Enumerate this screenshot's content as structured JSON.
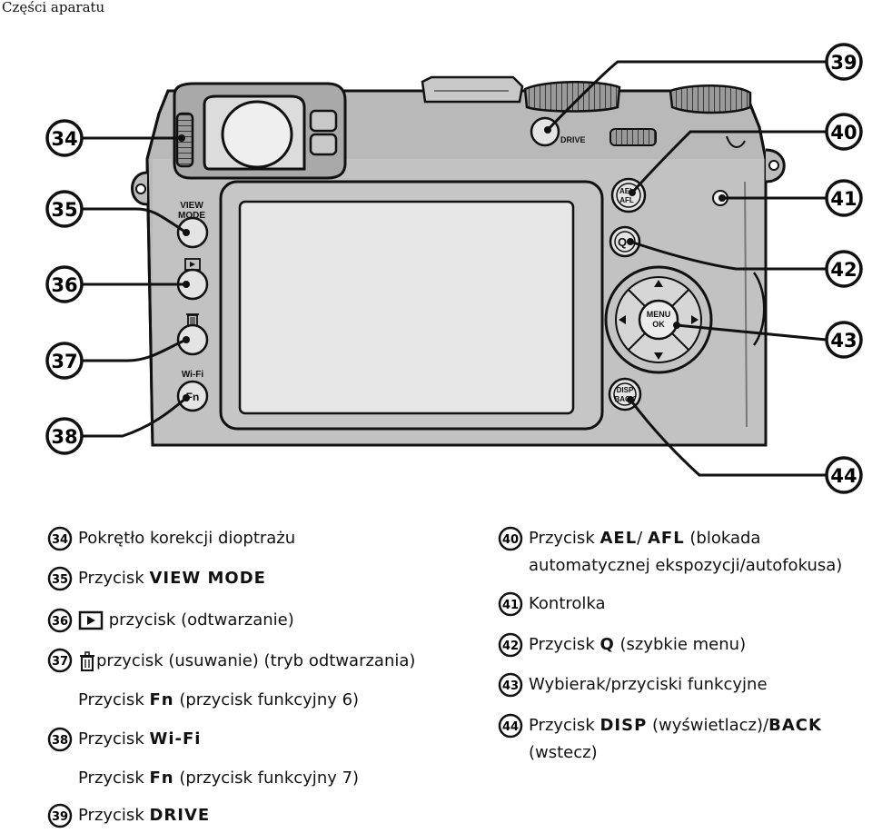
{
  "page": {
    "header": "Części aparatu"
  },
  "diagram": {
    "callouts": [
      "34",
      "35",
      "36",
      "37",
      "38",
      "39",
      "40",
      "41",
      "42",
      "43",
      "44"
    ],
    "camera_labels": {
      "view_mode_line1": "VIEW",
      "view_mode_line2": "MODE",
      "wifi": "Wi-Fi",
      "fn": "Fn",
      "drive": "DRIVE",
      "ael": "AEL",
      "afl": "AFL",
      "q": "Q",
      "menu": "MENU",
      "ok": "OK",
      "disp": "DISP",
      "back": "BACK"
    }
  },
  "legend": {
    "items": [
      {
        "num": "34",
        "text": "Pokrętło korekcji dioptrażu"
      },
      {
        "num": "35",
        "pre": "Przycisk ",
        "bold": "VIEW MODE"
      },
      {
        "num": "36",
        "text": " przycisk (odtwarzanie)"
      },
      {
        "num": "37",
        "text": "przycisk (usuwanie) (tryb odtwarzania)"
      },
      {
        "pre": "Przycisk ",
        "bold": "Fn",
        "post": " (przycisk funkcyjny 6)"
      },
      {
        "num": "38",
        "pre": "Przycisk ",
        "bold": "Wi-Fi"
      },
      {
        "pre": "Przycisk ",
        "bold": "Fn",
        "post": " (przycisk funkcyjny 7)"
      },
      {
        "num": "39",
        "pre": "Przycisk ",
        "bold": "DRIVE"
      },
      {
        "num": "40",
        "pre": "Przycisk ",
        "bold": "AEL",
        "mid": "/ ",
        "bold2": "AFL",
        "post": " (blokada",
        "line2": "automatycznej ekspozycji/autofokusa)"
      },
      {
        "num": "41",
        "text": "Kontrolka"
      },
      {
        "num": "42",
        "pre": "Przycisk ",
        "bold": "Q",
        "post": " (szybkie menu)"
      },
      {
        "num": "43",
        "text": "Wybierak/przyciski funkcyjne"
      },
      {
        "num": "44",
        "pre": "Przycisk ",
        "bold": "DISP",
        "post": " (wyświetlacz)/",
        "bold2": "BACK",
        "line2": "(wstecz)"
      }
    ]
  }
}
